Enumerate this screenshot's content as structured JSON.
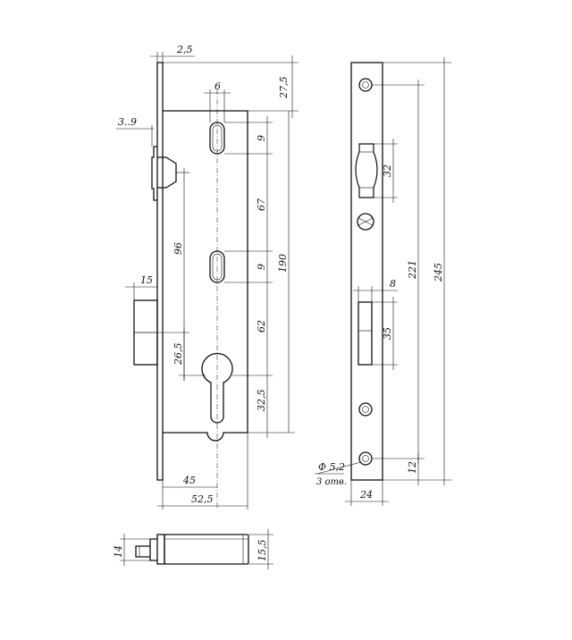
{
  "drawing": {
    "front": {
      "faceplate_thickness": "2,5",
      "top_offset": "27,5",
      "slot_width": "6",
      "screw_offset": "3..9",
      "slot_height_1": "9",
      "slot_spacing_1": "67",
      "slot_height_2": "9",
      "slot_spacing_2": "62",
      "cylinder_offset": "32,5",
      "case_height": "190",
      "latch_to_cylinder": "96",
      "bolt_width": "15",
      "bolt_to_cylinder": "26,5",
      "backset": "45",
      "case_depth": "52,5"
    },
    "side": {
      "latch_height": "32",
      "total_height": "245",
      "hole_spacing": "221",
      "bolt_width": "8",
      "bolt_height": "35",
      "hole_diameter": "Φ 5,2",
      "hole_count": "3 отв.",
      "bottom_offset": "12",
      "plate_width": "24"
    },
    "bottom": {
      "left_height": "14",
      "right_height": "15,5"
    }
  }
}
